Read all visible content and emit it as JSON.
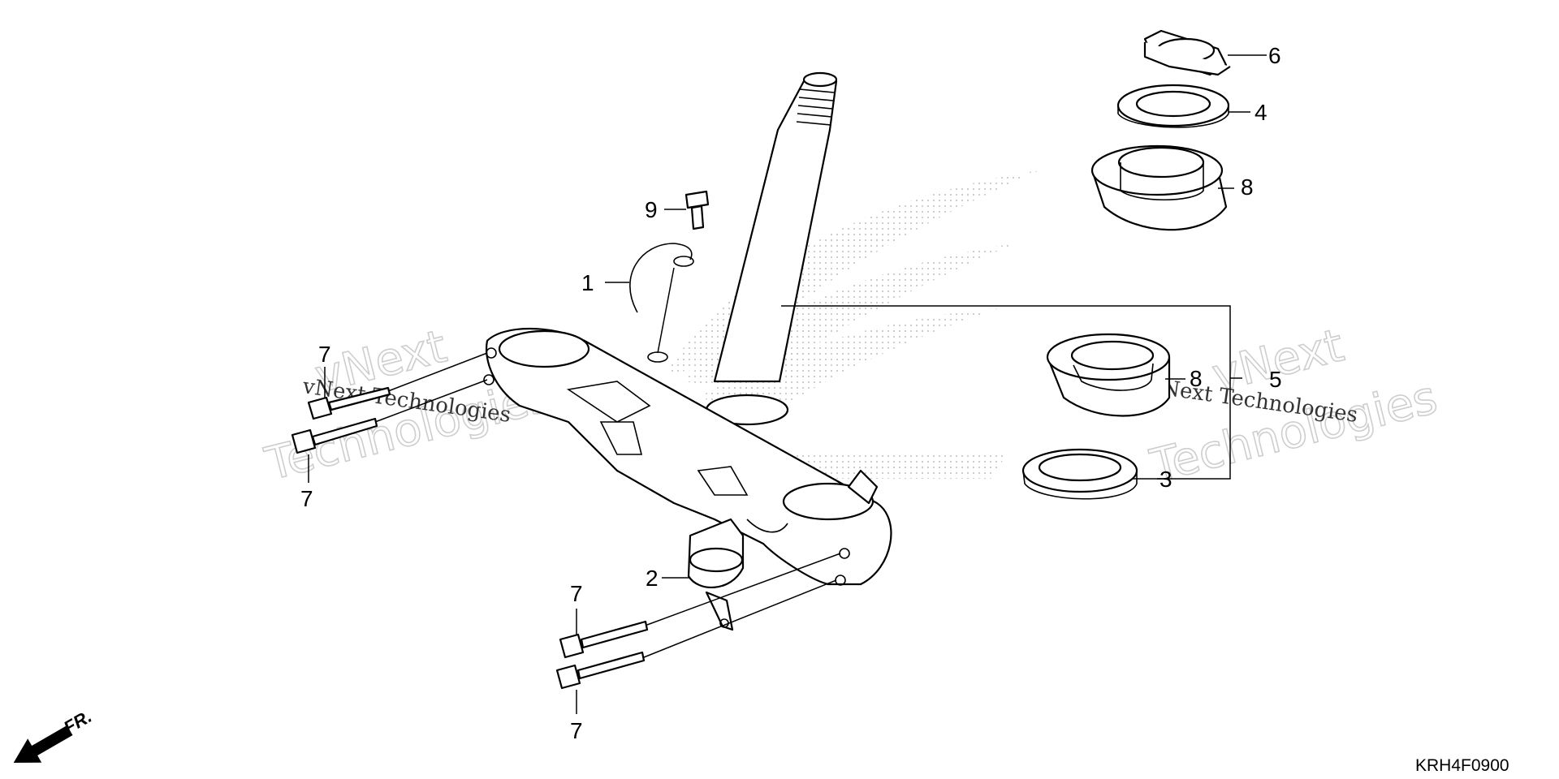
{
  "diagram": {
    "code": "KRH4F0900",
    "front_label": "FR.",
    "watermark": {
      "line1": "vNext",
      "line2": "Technologies",
      "line3": "vNext Technologies"
    },
    "callouts": [
      {
        "id": "c1",
        "number": "1"
      },
      {
        "id": "c2",
        "number": "2"
      },
      {
        "id": "c3",
        "number": "3"
      },
      {
        "id": "c4",
        "number": "4"
      },
      {
        "id": "c5",
        "number": "5"
      },
      {
        "id": "c6",
        "number": "6"
      },
      {
        "id": "c7a",
        "number": "7"
      },
      {
        "id": "c7b",
        "number": "7"
      },
      {
        "id": "c7c",
        "number": "7"
      },
      {
        "id": "c7d",
        "number": "7"
      },
      {
        "id": "c8a",
        "number": "8"
      },
      {
        "id": "c8b",
        "number": "8"
      },
      {
        "id": "c9",
        "number": "9"
      }
    ]
  }
}
